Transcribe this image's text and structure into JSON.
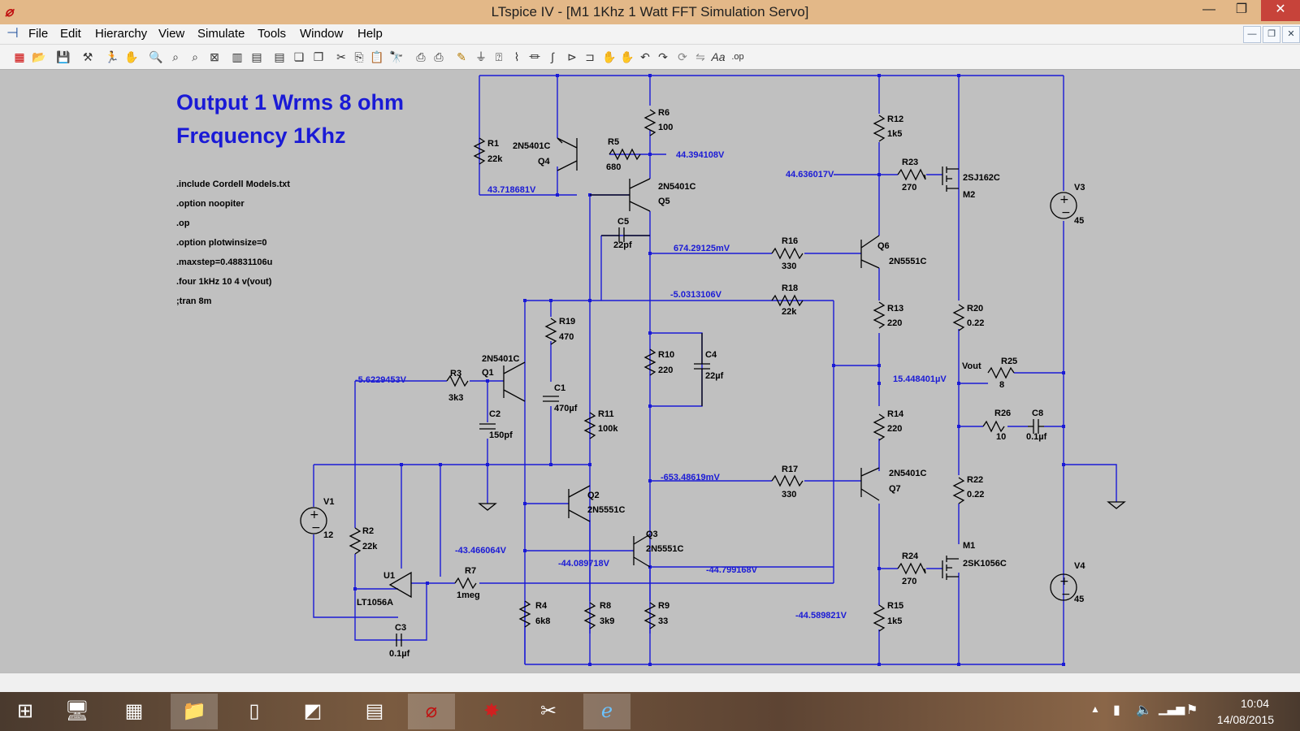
{
  "window": {
    "title": "LTspice IV - [M1 1Khz 1 Watt FFT Simulation Servo]",
    "app_icon": "ltspice-icon"
  },
  "menu": [
    "File",
    "Edit",
    "Hierarchy",
    "View",
    "Simulate",
    "Tools",
    "Window",
    "Help"
  ],
  "heading": {
    "line1": "Output 1 Wrms 8 ohm",
    "line2": "Frequency 1Khz"
  },
  "directives": [
    ".include Cordell Models.txt",
    ".option noopiter",
    ".op",
    ".option plotwinsize=0",
    ".maxstep=0.48831106u",
    ".four 1kHz 10 4 v(vout)",
    ";tran 8m"
  ],
  "components": {
    "R1": {
      "name": "R1",
      "value": "22k"
    },
    "R2": {
      "name": "R2",
      "value": "22k"
    },
    "R3": {
      "name": "R3",
      "value": "3k3"
    },
    "R4": {
      "name": "R4",
      "value": "6k8"
    },
    "R5": {
      "name": "R5",
      "value": "680"
    },
    "R6": {
      "name": "R6",
      "value": "100"
    },
    "R7": {
      "name": "R7",
      "value": "1meg"
    },
    "R8": {
      "name": "R8",
      "value": "3k9"
    },
    "R9": {
      "name": "R9",
      "value": "33"
    },
    "R10": {
      "name": "R10",
      "value": "220"
    },
    "R11": {
      "name": "R11",
      "value": "100k"
    },
    "R12": {
      "name": "R12",
      "value": "1k5"
    },
    "R13": {
      "name": "R13",
      "value": "220"
    },
    "R14": {
      "name": "R14",
      "value": "220"
    },
    "R15": {
      "name": "R15",
      "value": "1k5"
    },
    "R16": {
      "name": "R16",
      "value": "330"
    },
    "R17": {
      "name": "R17",
      "value": "330"
    },
    "R18": {
      "name": "R18",
      "value": "22k"
    },
    "R19": {
      "name": "R19",
      "value": "470"
    },
    "R20": {
      "name": "R20",
      "value": "0.22"
    },
    "R22": {
      "name": "R22",
      "value": "0.22"
    },
    "R23": {
      "name": "R23",
      "value": "270"
    },
    "R24": {
      "name": "R24",
      "value": "270"
    },
    "R25": {
      "name": "R25",
      "value": "8"
    },
    "R26": {
      "name": "R26",
      "value": "10"
    },
    "C1": {
      "name": "C1",
      "value": "470µf"
    },
    "C2": {
      "name": "C2",
      "value": "150pf"
    },
    "C3": {
      "name": "C3",
      "value": "0.1µf"
    },
    "C4": {
      "name": "C4",
      "value": "22µf"
    },
    "C5": {
      "name": "C5",
      "value": "22pf"
    },
    "C8": {
      "name": "C8",
      "value": "0.1µf"
    },
    "Q1": {
      "name": "Q1",
      "value": "2N5401C"
    },
    "Q2": {
      "name": "Q2",
      "value": "2N5551C"
    },
    "Q3": {
      "name": "Q3",
      "value": "2N5551C"
    },
    "Q4": {
      "name": "Q4",
      "value": "2N5401C"
    },
    "Q5": {
      "name": "Q5",
      "value": "2N5401C"
    },
    "Q6": {
      "name": "Q6",
      "value": "2N5551C"
    },
    "Q7": {
      "name": "Q7",
      "value": "2N5401C"
    },
    "M1": {
      "name": "M1",
      "value": "2SK1056C"
    },
    "M2": {
      "name": "M2",
      "value": "2SJ162C"
    },
    "U1": {
      "name": "U1",
      "value": "LT1056A"
    },
    "V1": {
      "name": "V1",
      "value": "12"
    },
    "V3": {
      "name": "V3",
      "value": "45"
    },
    "V4": {
      "name": "V4",
      "value": "45"
    }
  },
  "vout_label": "Vout",
  "node_voltages": {
    "n1": "44.394108V",
    "n2": "43.718681V",
    "n3": "44.636017V",
    "n4": "674.29125mV",
    "n5": "-5.0313106V",
    "n6": "-5.6229453V",
    "n7": "15.448401µV",
    "n8": "-653.48619mV",
    "n9": "-43.466064V",
    "n10": "-44.089718V",
    "n11": "-44.799168V",
    "n12": "-44.589821V"
  },
  "taskbar": {
    "time": "10:04",
    "date": "14/08/2015"
  },
  "colors": {
    "wire": "#1a1ad6",
    "component": "#000000",
    "label": "#1a1ad6",
    "heading": "#1a1ad6",
    "titlebar": "#e3b888"
  }
}
